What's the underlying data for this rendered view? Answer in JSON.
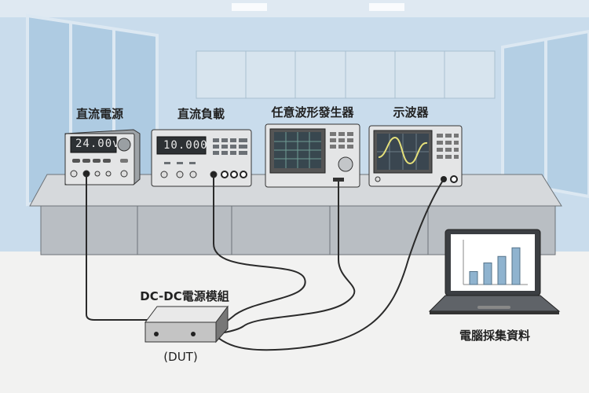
{
  "instruments": {
    "dc_power_supply": {
      "label": "直流電源",
      "display": "24.00v"
    },
    "dc_load": {
      "label": "直流負載",
      "display": "10.000"
    },
    "awg": {
      "label": "任意波形發生器"
    },
    "oscilloscope": {
      "label": "示波器"
    }
  },
  "dut": {
    "label": "DC-DC電源模組",
    "sublabel": "(DUT)"
  },
  "computer": {
    "label": "電腦採集資料",
    "chart_bars": [
      0.3,
      0.5,
      0.65,
      0.85
    ]
  },
  "colors": {
    "wall": "#c9dcec",
    "window": "#a9c8e0",
    "bench": "#d3d6d9",
    "cable": "#2a2a2a",
    "screen": "#3a4650",
    "trace": "#e5e07a"
  }
}
